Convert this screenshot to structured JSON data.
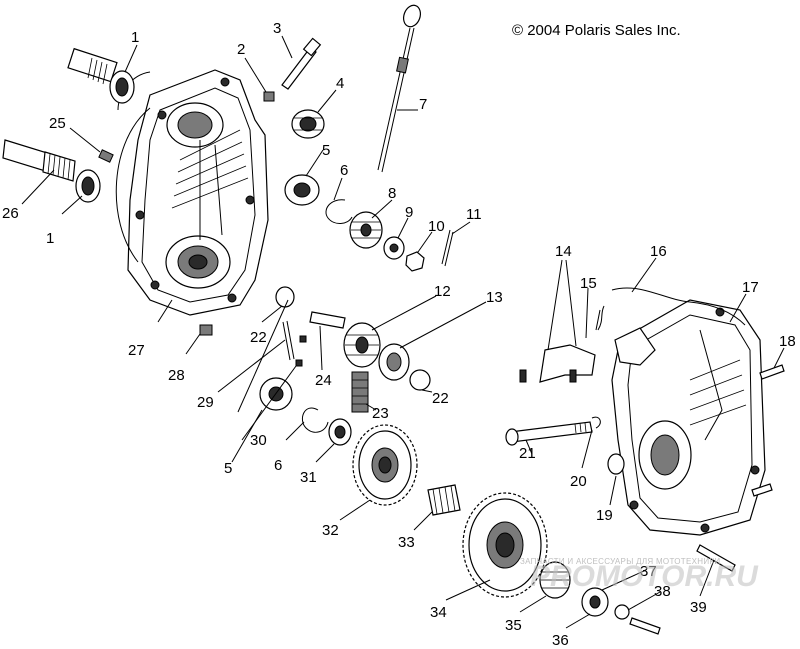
{
  "copyright": "© 2004 Polaris Sales Inc.",
  "watermark": {
    "line1": "ЗАПЧАСТИ И АКСЕССУАРЫ ДЛЯ МОТОТЕХНИКИ",
    "line2": "PROMOTOR.RU"
  },
  "callouts": [
    "1",
    "1",
    "2",
    "3",
    "4",
    "5",
    "5",
    "6",
    "6",
    "7",
    "8",
    "9",
    "10",
    "11",
    "12",
    "13",
    "14",
    "15",
    "16",
    "17",
    "18",
    "19",
    "20",
    "21",
    "22",
    "22",
    "23",
    "24",
    "25",
    "26",
    "27",
    "28",
    "29",
    "30",
    "31",
    "32",
    "33",
    "34",
    "35",
    "36",
    "37",
    "38",
    "39"
  ]
}
